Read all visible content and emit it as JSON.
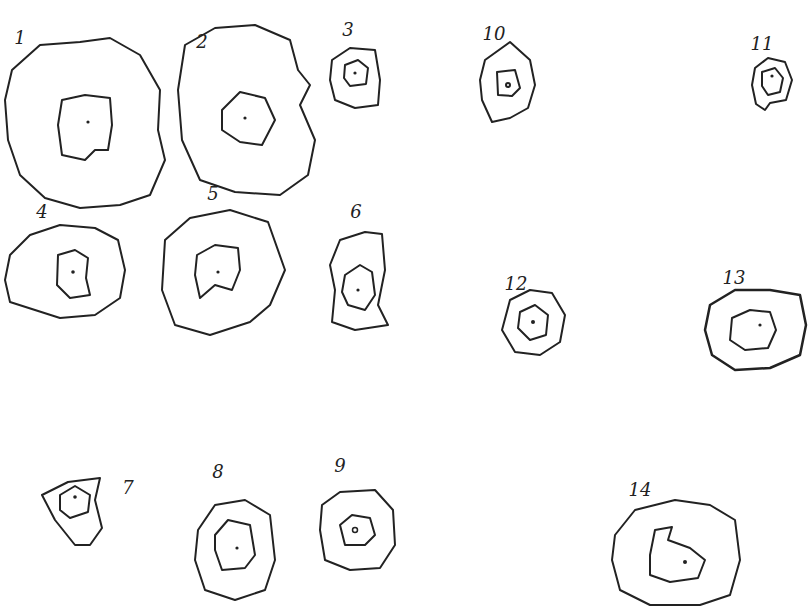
{
  "diagram": {
    "labels": [
      "1",
      "2",
      "3",
      "10",
      "11",
      "4",
      "5",
      "6",
      "12",
      "13",
      "7",
      "8",
      "9",
      "14"
    ]
  }
}
